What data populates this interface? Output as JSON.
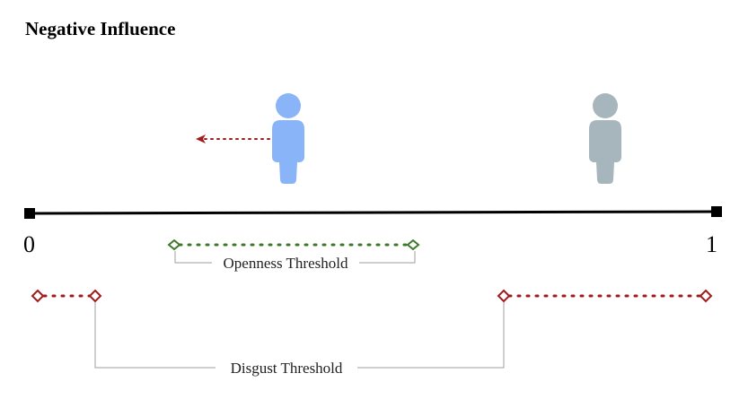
{
  "title": "Negative Influence",
  "axis": {
    "min_label": "0",
    "max_label": "1"
  },
  "agents": [
    {
      "role": "influenced",
      "color": "#8AB4F8"
    },
    {
      "role": "influencer",
      "color": "#A7B5BC"
    }
  ],
  "thresholds": {
    "openness": {
      "label": "Openness Threshold",
      "color": "#3C7A2A"
    },
    "disgust": {
      "label": "Disgust Threshold",
      "color": "#A01C1C"
    }
  },
  "movement": {
    "direction": "left",
    "color": "#A01C1C"
  },
  "colors": {
    "axis": "#000000",
    "bracket": "#9E9E9E"
  }
}
